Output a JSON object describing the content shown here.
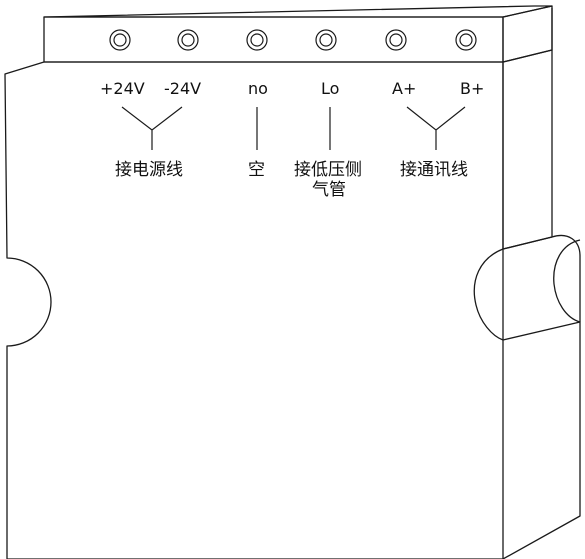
{
  "terminals": [
    {
      "label": "+24V"
    },
    {
      "label": "-24V"
    },
    {
      "label": "no"
    },
    {
      "label": "Lo"
    },
    {
      "label": "A+"
    },
    {
      "label": "B+"
    }
  ],
  "annotations": {
    "power": "接电源线",
    "empty": "空",
    "low_pressure_line1": "接低压侧",
    "low_pressure_line2": "气管",
    "comm": "接通讯线"
  }
}
